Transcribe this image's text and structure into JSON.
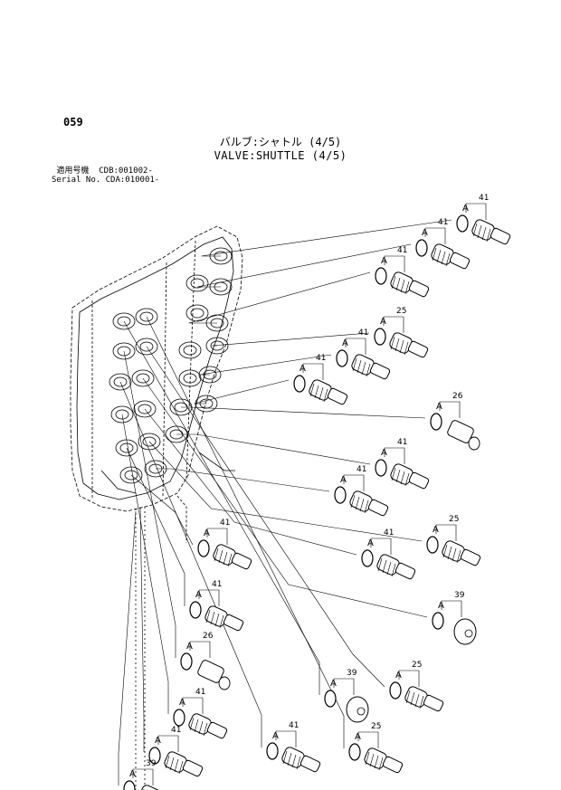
{
  "header": {
    "page_number": "059",
    "title_jp": "バルブ:シャトル (4/5)",
    "title_en": "VALVE:SHUTTLE (4/5)"
  },
  "serial": {
    "line1": " 適用号機  CDB:001002-",
    "line2": "Serial No. CDA:010001-"
  },
  "diagram": {
    "o_ring_callout": "A",
    "parts": [
      {
        "part_no": "41",
        "kind": "adapter"
      },
      {
        "part_no": "41",
        "kind": "adapter"
      },
      {
        "part_no": "41",
        "kind": "adapter"
      },
      {
        "part_no": "25",
        "kind": "adapter"
      },
      {
        "part_no": "41",
        "kind": "adapter"
      },
      {
        "part_no": "41",
        "kind": "adapter"
      },
      {
        "part_no": "26",
        "kind": "coupling"
      },
      {
        "part_no": "41",
        "kind": "adapter"
      },
      {
        "part_no": "25",
        "kind": "adapter"
      },
      {
        "part_no": "41",
        "kind": "adapter"
      },
      {
        "part_no": "41",
        "kind": "adapter"
      },
      {
        "part_no": "39",
        "kind": "plug"
      },
      {
        "part_no": "41",
        "kind": "adapter"
      },
      {
        "part_no": "41",
        "kind": "adapter"
      },
      {
        "part_no": "25",
        "kind": "adapter"
      },
      {
        "part_no": "26",
        "kind": "coupling"
      },
      {
        "part_no": "39",
        "kind": "plug"
      },
      {
        "part_no": "41",
        "kind": "adapter"
      },
      {
        "part_no": "25",
        "kind": "adapter"
      },
      {
        "part_no": "41",
        "kind": "adapter"
      },
      {
        "part_no": "41",
        "kind": "adapter"
      },
      {
        "part_no": "39",
        "kind": "adapter"
      }
    ]
  }
}
